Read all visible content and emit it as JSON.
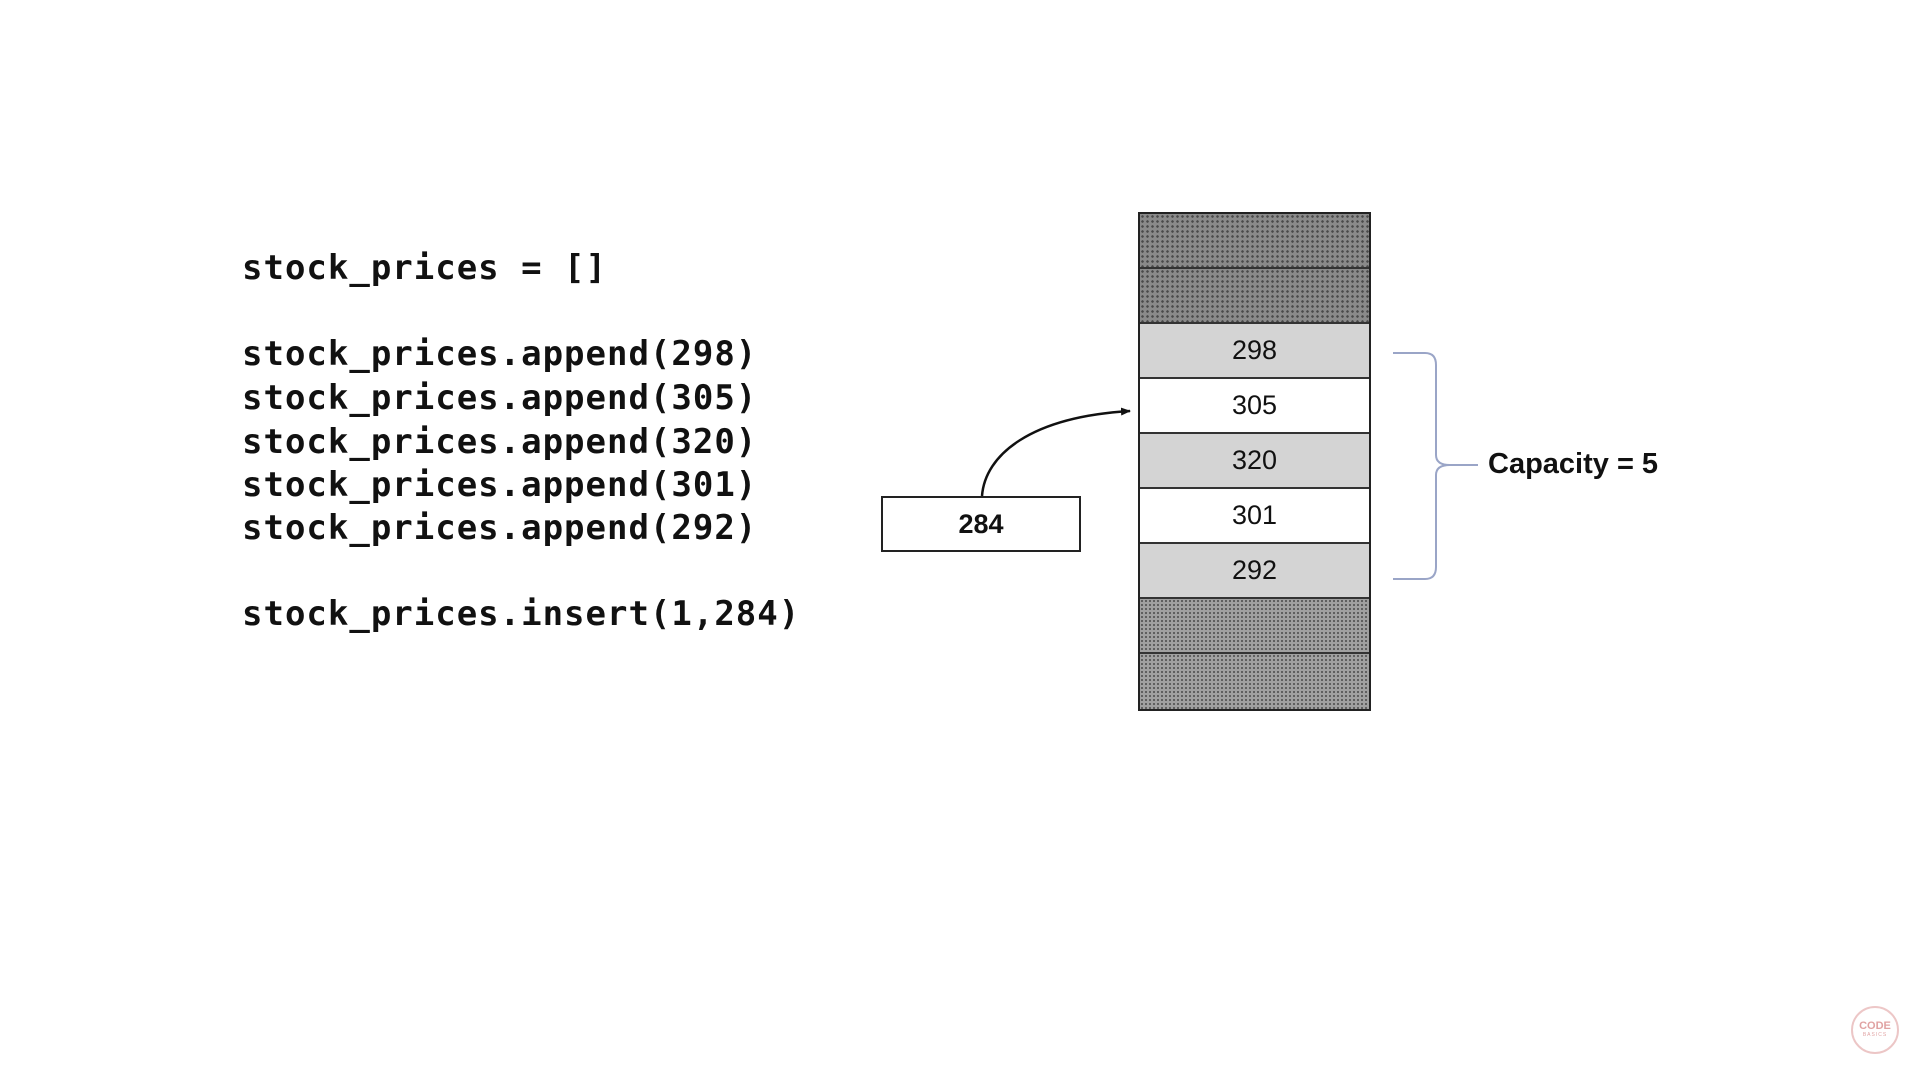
{
  "code": {
    "lines": [
      "stock_prices = []",
      "stock_prices.append(298)",
      "stock_prices.append(305)",
      "stock_prices.append(320)",
      "stock_prices.append(301)",
      "stock_prices.append(292)",
      "stock_prices.insert(1,284)"
    ]
  },
  "insert_value": "284",
  "memory": {
    "cells": [
      {
        "value": "",
        "state": "unavailable"
      },
      {
        "value": "",
        "state": "unavailable"
      },
      {
        "value": "298",
        "state": "filled"
      },
      {
        "value": "305",
        "state": "empty"
      },
      {
        "value": "320",
        "state": "filled"
      },
      {
        "value": "301",
        "state": "empty"
      },
      {
        "value": "292",
        "state": "filled"
      },
      {
        "value": "",
        "state": "unavailable"
      },
      {
        "value": "",
        "state": "unavailable"
      }
    ]
  },
  "capacity_label": "Capacity = 5",
  "logo": {
    "main": "CODE",
    "sub": "BASICS"
  },
  "colors": {
    "brace": "#9aa5c7",
    "arrow": "#111111",
    "filled_cell": "#d4d4d4",
    "logo": "#d98c8c"
  },
  "icons": [
    "curved-arrow-icon",
    "curly-brace-icon",
    "codebasics-logo-icon"
  ]
}
